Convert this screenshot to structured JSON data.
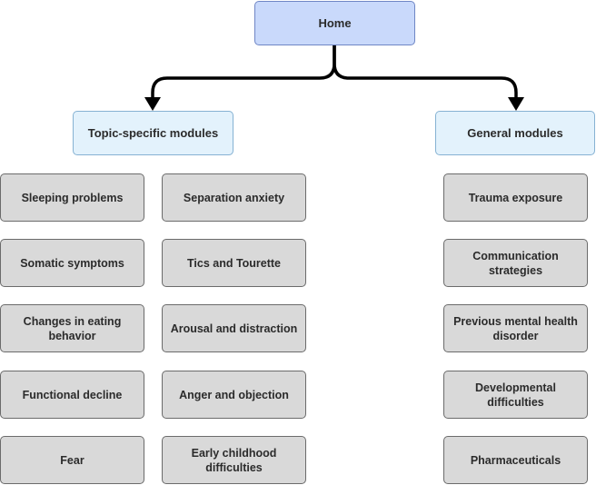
{
  "home": {
    "label": "Home"
  },
  "topic_specific": {
    "label": "Topic-specific modules",
    "modules_left": [
      "Sleeping problems",
      "Somatic symptoms",
      "Changes in eating behavior",
      "Functional decline",
      "Fear"
    ],
    "modules_right": [
      "Separation anxiety",
      "Tics and Tourette",
      "Arousal and distraction",
      "Anger and objection",
      "Early childhood difficulties"
    ]
  },
  "general": {
    "label": "General modules",
    "modules": [
      "Trauma exposure",
      "Communication strategies",
      "Previous mental health disorder",
      "Developmental difficulties",
      "Pharmaceuticals"
    ]
  },
  "colors": {
    "home_fill": "#c9d9fb",
    "category_fill": "#e3f2fc",
    "module_fill": "#d9d9d9",
    "connector": "#000000"
  }
}
